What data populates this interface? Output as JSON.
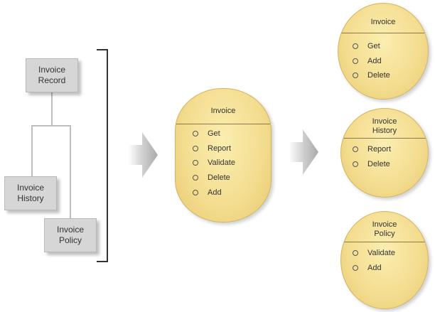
{
  "hierarchy": {
    "record": "Invoice\nRecord",
    "history": "Invoice\nHistory",
    "policy": "Invoice\nPolicy"
  },
  "combined_service": {
    "title": "Invoice",
    "operations": [
      "Get",
      "Report",
      "Validate",
      "Delete",
      "Add"
    ]
  },
  "services": [
    {
      "title": "Invoice",
      "operations": [
        "Get",
        "Add",
        "Delete"
      ]
    },
    {
      "title": "Invoice\nHistory",
      "operations": [
        "Report",
        "Delete"
      ]
    },
    {
      "title": "Invoice\nPolicy",
      "operations": [
        "Validate",
        "Add"
      ]
    }
  ],
  "colors": {
    "box_fill": "#d6d6d6",
    "service_fill": "#f3dc8e",
    "arrow": "#bdbdbd"
  }
}
